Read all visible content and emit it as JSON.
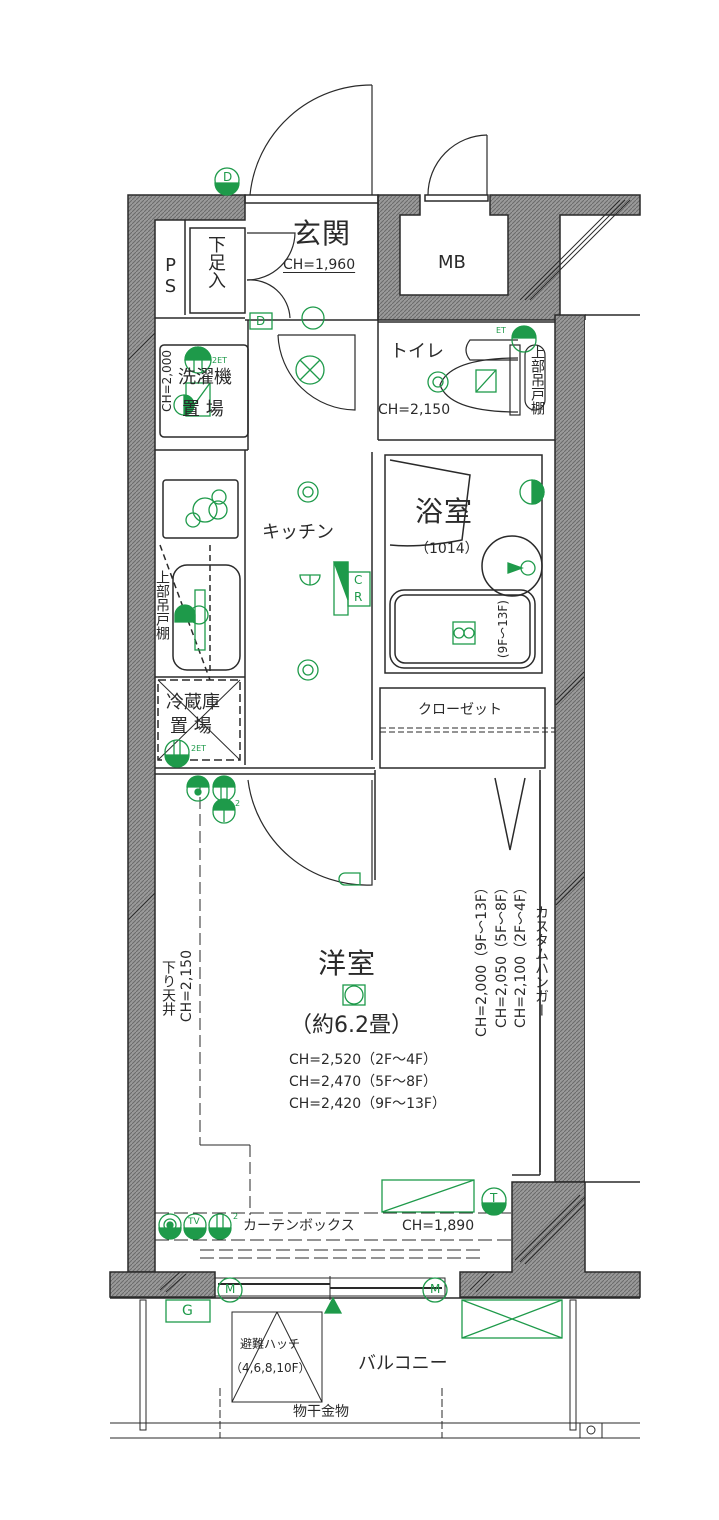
{
  "plan": {
    "rooms": {
      "entrance": {
        "name": "玄関",
        "ch": "CH=1,960"
      },
      "shoe_box": {
        "name": "下足入"
      },
      "pipe_space": {
        "name": "PS"
      },
      "meter_box": {
        "name": "MB"
      },
      "toilet": {
        "name": "トイレ",
        "ch": "CH=2,150"
      },
      "upper_cabinet_toilet": {
        "name": "上部吊戸棚"
      },
      "washer": {
        "name_line1": "洗濯機",
        "name_line2": "置 場",
        "ch": "CH=2,000"
      },
      "kitchen": {
        "name": "キッチン"
      },
      "upper_cabinet_kitchen": {
        "name": "上部吊戸棚"
      },
      "fridge": {
        "name_line1": "冷蔵庫",
        "name_line2": "置 場"
      },
      "bathroom": {
        "name": "浴室",
        "size": "（1014）",
        "floors_note": "(9F〜13F)"
      },
      "closet": {
        "name": "クローゼット"
      },
      "western_room": {
        "name": "洋室",
        "size": "（約6.2畳）",
        "ch_lines": [
          "CH=2,520（2F〜4F）",
          "CH=2,470（5F〜8F）",
          "CH=2,420（9F〜13F）"
        ]
      },
      "lowered_ceiling": {
        "name": "下り天井",
        "ch": "CH=2,150"
      },
      "custom_hanger": {
        "name": "カスタムハンガー",
        "ch_lines": [
          "CH=2,000（9F〜13F）",
          "CH=2,050（5F〜8F）",
          "CH=2,100（2F〜4F）"
        ]
      },
      "curtain_box": {
        "name": "カーテンボックス",
        "ch": "CH=1,890"
      },
      "balcony": {
        "name": "バルコニー"
      },
      "evac_hatch": {
        "name": "避難ハッチ",
        "floors": "（4,6,8,10F）"
      },
      "laundry_pole": {
        "name": "物干金物"
      }
    },
    "symbols": {
      "doorbell": "D",
      "tv": "TV",
      "thermostat": "T",
      "meter": "M",
      "gas": "G",
      "kitchen_c": "C",
      "kitchen_r": "R",
      "outlet_2et": "2ET",
      "outlet_et": "ET",
      "outlet_2": "2"
    },
    "colors": {
      "line": "#2a2a2a",
      "wall_fill": "#8d8d8d",
      "equipment": "#1e9a4a"
    }
  }
}
